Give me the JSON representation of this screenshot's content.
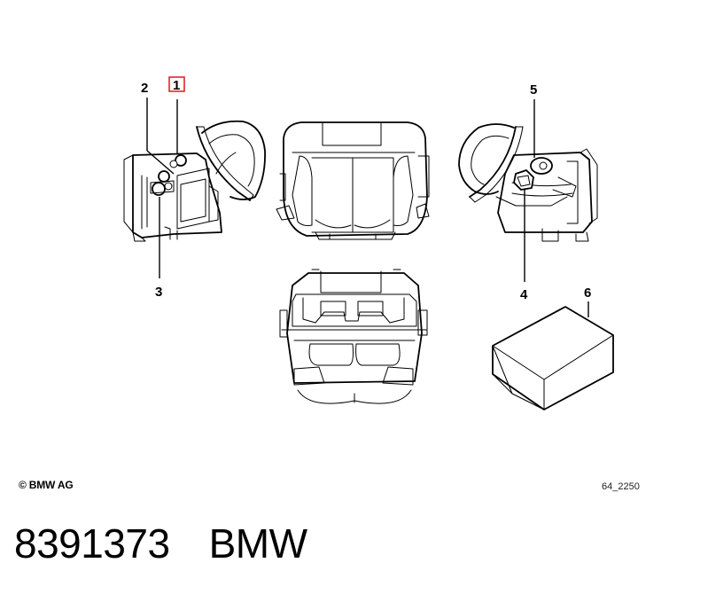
{
  "callouts": [
    {
      "id": "1",
      "label": "1",
      "highlighted": true
    },
    {
      "id": "2",
      "label": "2",
      "highlighted": false
    },
    {
      "id": "3",
      "label": "3",
      "highlighted": false
    },
    {
      "id": "4",
      "label": "4",
      "highlighted": false
    },
    {
      "id": "5",
      "label": "5",
      "highlighted": false
    },
    {
      "id": "6",
      "label": "6",
      "highlighted": false
    }
  ],
  "copyright": "© BMW AG",
  "drawing_code": "64_2250",
  "footer": {
    "part_number": "8391373",
    "brand": "BMW"
  },
  "colors": {
    "highlight": "#e0262b",
    "line": "#000000",
    "background": "#ffffff"
  }
}
